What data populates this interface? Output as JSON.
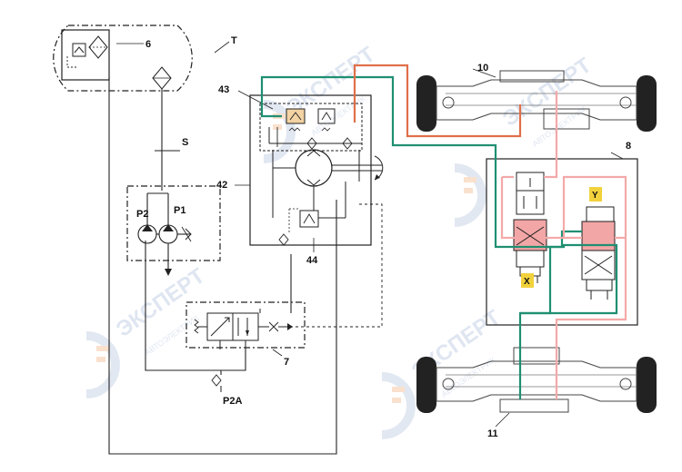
{
  "labels": {
    "tank": "T",
    "filter": "6",
    "suction": "S",
    "pump_p2": "P2",
    "pump_p1": "P1",
    "orbitrol_valve": "43",
    "steering_unit": "42",
    "relief_valve": "44",
    "priority_valve": "7",
    "port_p2a": "P2A",
    "front_axle": "10",
    "rear_axle": "11",
    "selector_block": "8",
    "valve_x": "X",
    "valve_y": "Y"
  },
  "watermark": {
    "brand": "ЭКСПЕРТ",
    "tagline": "АВТОЭЛЕКТРИК"
  },
  "colors": {
    "line_black": "#222222",
    "line_green": "#1f8f72",
    "line_orange": "#e06f4a",
    "line_pink": "#f4a9a9",
    "valve_fill_pink": "#f3a6a6",
    "valve_label_yellow": "#f2d23c",
    "watermark_blue": "#c6d3e6",
    "watermark_orange": "#f6c49c"
  }
}
